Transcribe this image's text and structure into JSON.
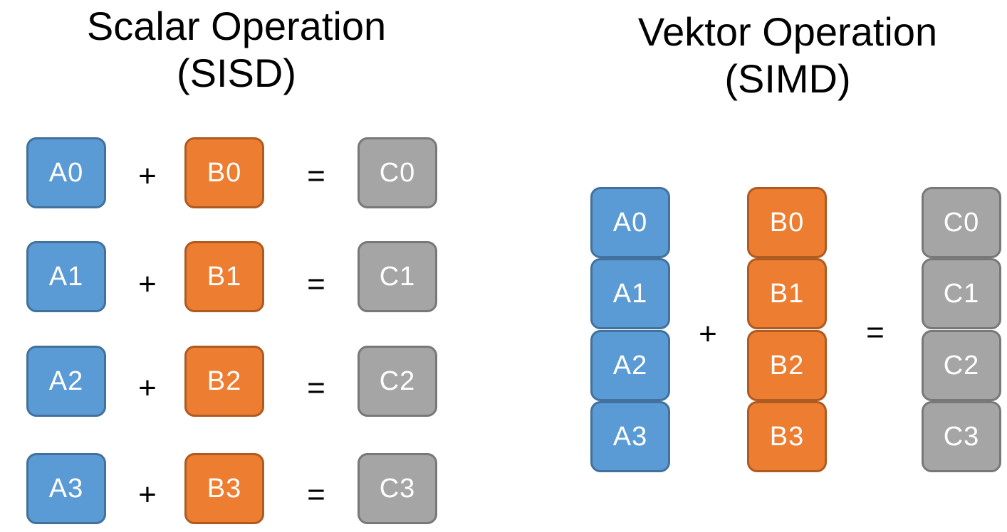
{
  "scalar": {
    "title_line1": "Scalar Operation",
    "title_line2": "(SISD)",
    "rows": [
      {
        "a": "A0",
        "plus": "+",
        "b": "B0",
        "eq": "=",
        "c": "C0"
      },
      {
        "a": "A1",
        "plus": "+",
        "b": "B1",
        "eq": "=",
        "c": "C1"
      },
      {
        "a": "A2",
        "plus": "+",
        "b": "B2",
        "eq": "=",
        "c": "C2"
      },
      {
        "a": "A3",
        "plus": "+",
        "b": "B3",
        "eq": "=",
        "c": "C3"
      }
    ]
  },
  "vector": {
    "title_line1": "Vektor Operation",
    "title_line2": "(SIMD)",
    "a": [
      "A0",
      "A1",
      "A2",
      "A3"
    ],
    "b": [
      "B0",
      "B1",
      "B2",
      "B3"
    ],
    "c": [
      "C0",
      "C1",
      "C2",
      "C3"
    ],
    "plus": "+",
    "eq": "="
  },
  "colors": {
    "a_fill": "#5b9bd5",
    "b_fill": "#ed7d31",
    "c_fill": "#a5a5a5"
  }
}
